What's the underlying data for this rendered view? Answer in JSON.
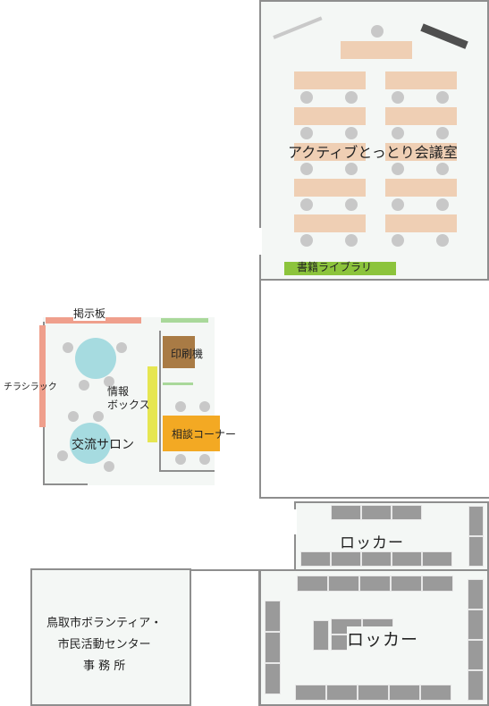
{
  "rooms": {
    "conference": {
      "label": "アクティブとっとり会議室"
    },
    "bookshelf": {
      "label": "書籍ライブラリ"
    },
    "bulletin": {
      "label": "掲示板"
    },
    "flyer_rack": {
      "label": "チラシラック"
    },
    "info_box": {
      "label": "情報\nボックス"
    },
    "salon": {
      "label": "交流サロン"
    },
    "printer": {
      "label": "印刷機"
    },
    "consult": {
      "label": "相談コーナー"
    },
    "locker_upper": {
      "label": "ロッカー"
    },
    "locker_lower": {
      "label": "ロッカー"
    },
    "office": {
      "label": "鳥取市ボランティア・\n市民活動センター\n事 務 所"
    }
  },
  "colors": {
    "wall": "#8e8e8e",
    "floor": "#f4f7f5",
    "desk": "#efcfb4",
    "chair": "#c8c8c8",
    "bookshelf": "#8cc43c",
    "bulletin": "#ef9f8c",
    "salon_table": "#a6dbe0",
    "info_box": "#e6e651",
    "printer": "#a97b45",
    "consult": "#f3a923",
    "locker": "#9a9a9a",
    "green_line": "#a9d89a"
  }
}
